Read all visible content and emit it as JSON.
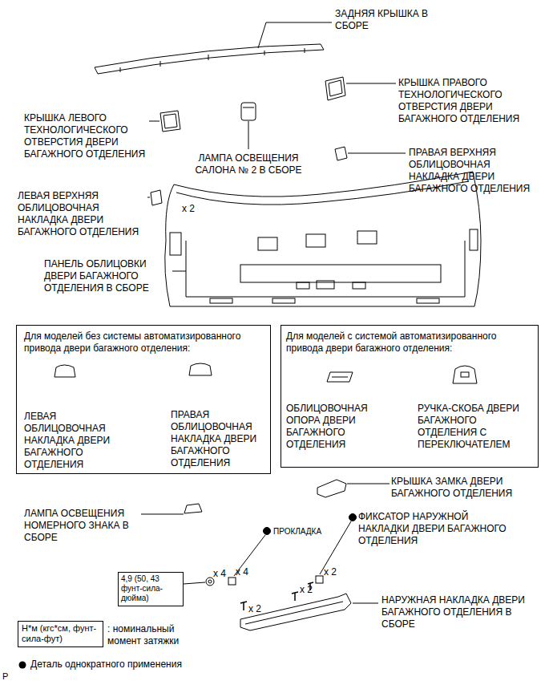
{
  "diagram": {
    "nodes": [
      {
        "text": [
          "Для моделей без системы автоматизированного привода двери багажного отделения:",
          "ЛЕВАЯ ОБЛИЦОВОЧНАЯ НАКЛАДКА ДВЕРИ БАГАЖНОГО ОТДЕЛЕНИЯ",
          "ПРАВАЯ ОБЛИЦОВОЧНАЯ НАКЛАДКА ДВЕРИ БАГАЖНОГО ОТДЕЛЕНИЯ"
        ]
      },
      {
        "text": [
          "Для моделей с системой автоматизированного привода двери багажного отделения:",
          "ОБЛИЦОВОЧНАЯ ОПОРА ДВЕРИ БАГАЖНОГО ОТДЕЛЕНИЯ",
          "РУЧКА-СКОБА ДВЕРИ БАГАЖНОГО ОТДЕЛЕНИЯ С ПЕРЕКЛЮЧАТЕЛЕМ"
        ]
      },
      {
        "text": [
          "4,9 (50, 43 фунт-сила-дюйма)"
        ]
      },
      {
        "text": [
          "Н*м (кгс*см, фунт-сила-фут)"
        ]
      }
    ],
    "edges": [],
    "labels": [
      "ЗАДНЯЯ КРЫШКА В СБОРЕ",
      "КРЫШКА ПРАВОГО ТЕХНОЛОГИЧЕСКОГО ОТВЕРСТИЯ ДВЕРИ БАГАЖНОГО ОТДЕЛЕНИЯ",
      "КРЫШКА ЛЕВОГО ТЕХНОЛОГИЧЕСКОГО ОТВЕРСТИЯ ДВЕРИ БАГАЖНОГО ОТДЕЛЕНИЯ",
      "ЛАМПА ОСВЕЩЕНИЯ САЛОНА № 2 В СБОРЕ",
      "ПРАВАЯ ВЕРХНЯЯ ОБЛИЦОВОЧНАЯ НАКЛАДКА ДВЕРИ БАГАЖНОГО ОТДЕЛЕНИЯ",
      "ЛЕВАЯ ВЕРХНЯЯ ОБЛИЦОВОЧНАЯ НАКЛАДКА ДВЕРИ БАГАЖНОГО ОТДЕЛЕНИЯ",
      "x 2",
      "ПАНЕЛЬ ОБЛИЦОВКИ ДВЕРИ БАГАЖНОГО ОТДЕЛЕНИЯ В СБОРЕ",
      "КРЫШКА ЗАМКА ДВЕРИ БАГАЖНОГО ОТДЕЛЕНИЯ",
      "ЛАМПА ОСВЕЩЕНИЯ НОМЕРНОГО ЗНАКА В СБОРЕ",
      "ПРОКЛАДКА",
      "ФИКСАТОР НАРУЖНОЙ НАКЛАДКИ ДВЕРИ БАГАЖНОГО ОТДЕЛЕНИЯ",
      "x 4",
      "x 4",
      "x 2",
      "x 2",
      "x 2",
      "НАРУЖНАЯ НАКЛАДКА ДВЕРИ БАГАЖНОГО ОТДЕЛЕНИЯ В СБОРЕ",
      ": номинальный момент затяжки",
      "P"
    ],
    "legend": [
      {
        "text": "Деталь однократного применения"
      }
    ]
  }
}
